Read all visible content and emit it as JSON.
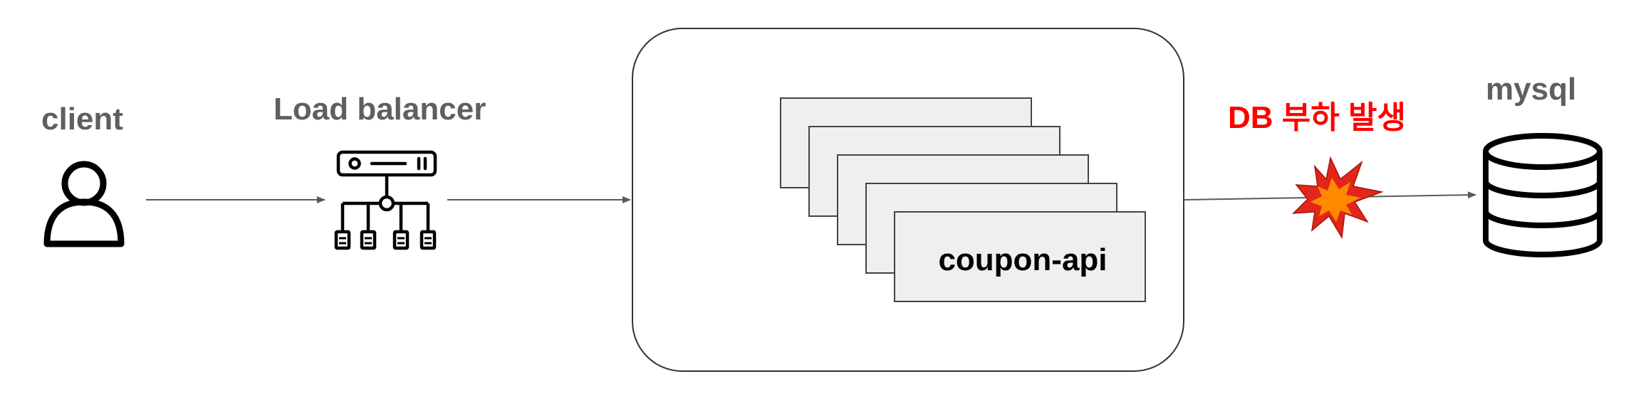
{
  "diagram": {
    "nodes": {
      "client": {
        "label": "client",
        "icon": "person-icon"
      },
      "load_balancer": {
        "label": "Load balancer",
        "icon": "load-balancer-icon"
      },
      "api": {
        "label": "coupon-api",
        "instances": 5
      },
      "mysql": {
        "label": "mysql",
        "icon": "database-icon"
      }
    },
    "annotations": {
      "db_load": {
        "text": "DB 부하 발생",
        "color": "#ff0000",
        "icon": "explosion-icon"
      }
    },
    "colors": {
      "label_gray": "#5f5f5f",
      "stroke": "#1a1a1a",
      "arrow": "#595959",
      "instance_fill": "#efefef",
      "explosion_outer": "#e3261b",
      "explosion_inner": "#ff8a00"
    }
  }
}
